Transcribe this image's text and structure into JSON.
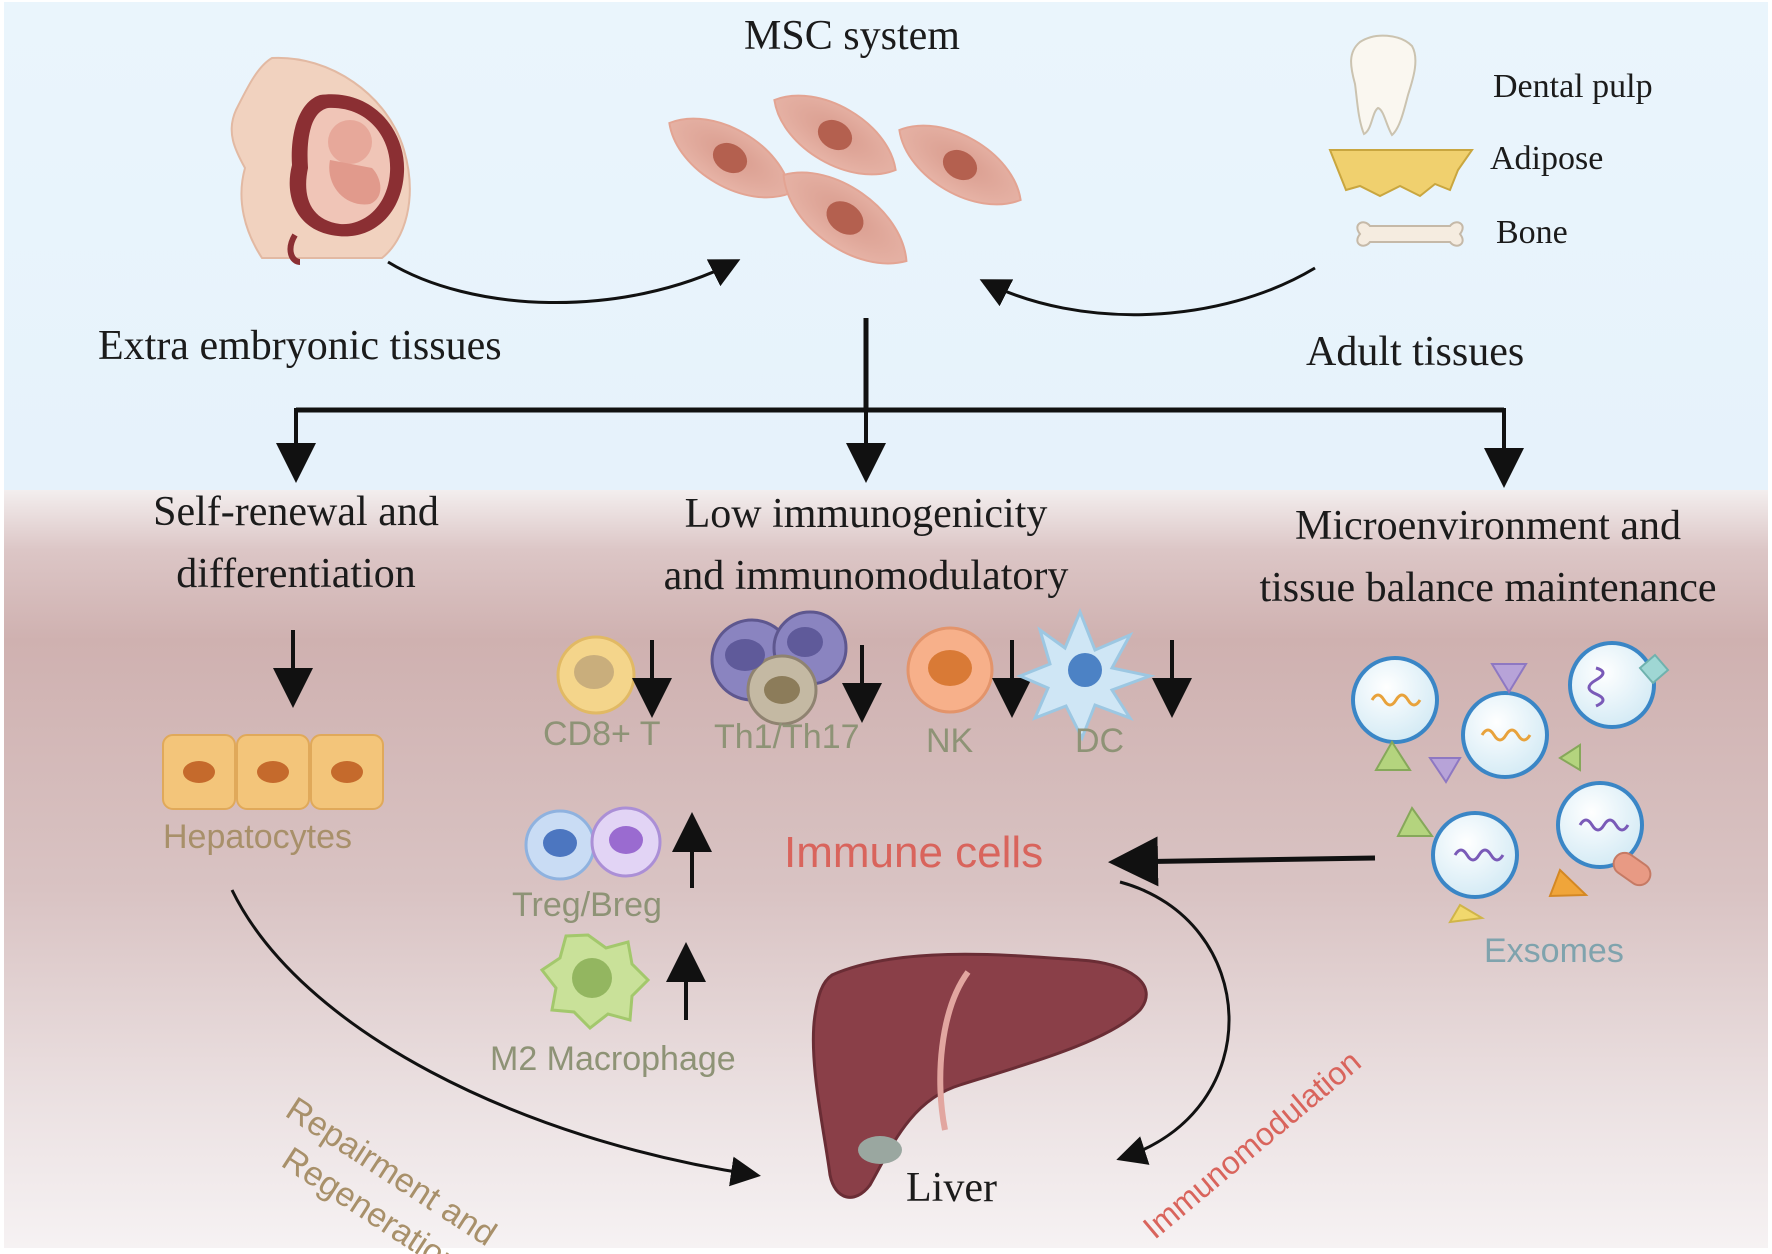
{
  "title": "MSC system",
  "sources": {
    "left_label": "Extra embryonic tissues",
    "right_label": "Adult tissues",
    "adult_tissue_items": [
      "Dental pulp",
      "Adipose",
      "Bone"
    ]
  },
  "properties": [
    "Self-renewal and differentiation",
    "Low immunogenicity and immunomodulatory",
    "Microenvironment and tissue balance maintenance"
  ],
  "property_lines": [
    [
      "Self-renewal and",
      "differentiation"
    ],
    [
      "Low immunogenicity",
      "and immunomodulatory"
    ],
    [
      "Microenvironment and",
      "tissue balance maintenance"
    ]
  ],
  "hepatocytes_label": "Hepatocytes",
  "downregulated_cells": [
    "CD8+ T",
    "Th1/Th17",
    "NK",
    "DC"
  ],
  "upregulated_cells": [
    "Treg/Breg",
    "M2 Macrophage"
  ],
  "immune_cells_label": "Immune cells",
  "exosomes_label": "Exsomes",
  "liver_label": "Liver",
  "pathway_labels": {
    "repair": [
      "Repairment and",
      "Regeneration"
    ],
    "immunomodulation": "Immunomodulation"
  },
  "colors": {
    "top_background": "#e8f4fb",
    "bottom_background": "#cfb1b0",
    "immune_text": "#d9645c",
    "cell_label_text": "#8e9376",
    "hepatocyte_text": "#a8906a",
    "exosome_text": "#7fa3ad",
    "msc_cell": "#e9b8ab",
    "liver": "#8a3f48"
  }
}
